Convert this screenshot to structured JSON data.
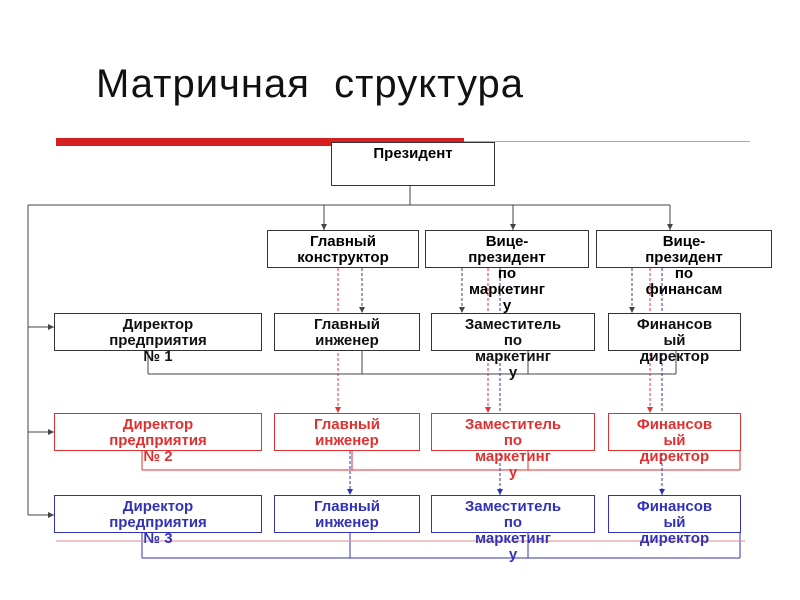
{
  "title": "Матричная  структура",
  "colors": {
    "accent": "#d42020",
    "black": "#111111",
    "red": "#e03030",
    "blue": "#3232b8"
  },
  "nodes": {
    "president": "Президент",
    "chief_designer": "Главный\nконструктор",
    "vp_marketing": "Вице-\nпрезидент\nпо\nмаркетинг\nу",
    "vp_finance": "Вице-\nпрезидент\nпо\nфинансам"
  },
  "rows": [
    {
      "color": "#111111",
      "director": "Директор\nпредприятия\n№ 1",
      "engineer": "Главный\nинженер",
      "deputy_marketing": "Заместитель\nпо\nмаркетинг\nу",
      "finance_director": "Финансов\nый\nдиректор"
    },
    {
      "color": "#e03030",
      "director": "Директор\nпредприятия\n№ 2",
      "engineer": "Главный\nинженер",
      "deputy_marketing": "Заместитель\nпо\nмаркетинг\nу",
      "finance_director": "Финансов\nый\nдиректор"
    },
    {
      "color": "#3232b8",
      "director": "Директор\nпредприятия\n№ 3",
      "engineer": "Главный\nинженер",
      "deputy_marketing": "Заместитель\nпо\nмаркетинг\nу",
      "finance_director": "Финансов\nый\nдиректор"
    }
  ]
}
